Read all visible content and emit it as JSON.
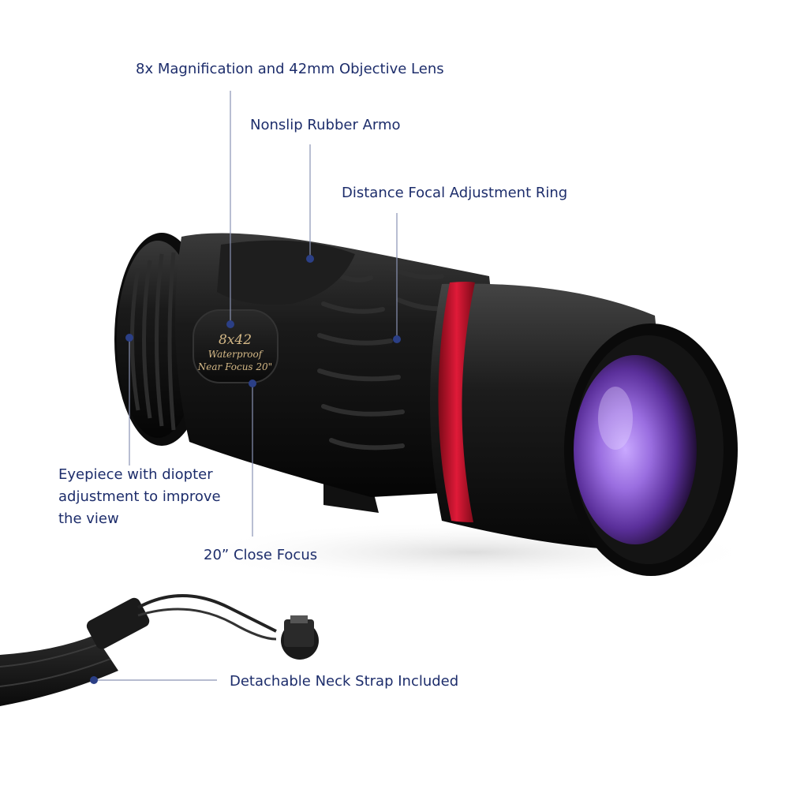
{
  "callouts": {
    "magnification": "8x Magnification and 42mm Objective Lens",
    "armor": "Nonslip Rubber Armo",
    "focal_ring": "Distance Focal Adjustment Ring",
    "eyepiece": "Eyepiece with diopter adjustment to improve the view",
    "close_focus": "20” Close Focus",
    "neck_strap": "Detachable Neck Strap Included"
  },
  "product_plate": {
    "line1": "8x42",
    "line2": "Waterproof",
    "line3": "Near Focus 20\""
  },
  "colors": {
    "callout_text": "#1d2d6b",
    "callout_dot": "#2b3f86",
    "leader_line": "#8a93b3",
    "body": "#141414",
    "accent_ring": "#c0102a",
    "plate_text": "#d4b886",
    "lens": "#8a5fd0"
  }
}
